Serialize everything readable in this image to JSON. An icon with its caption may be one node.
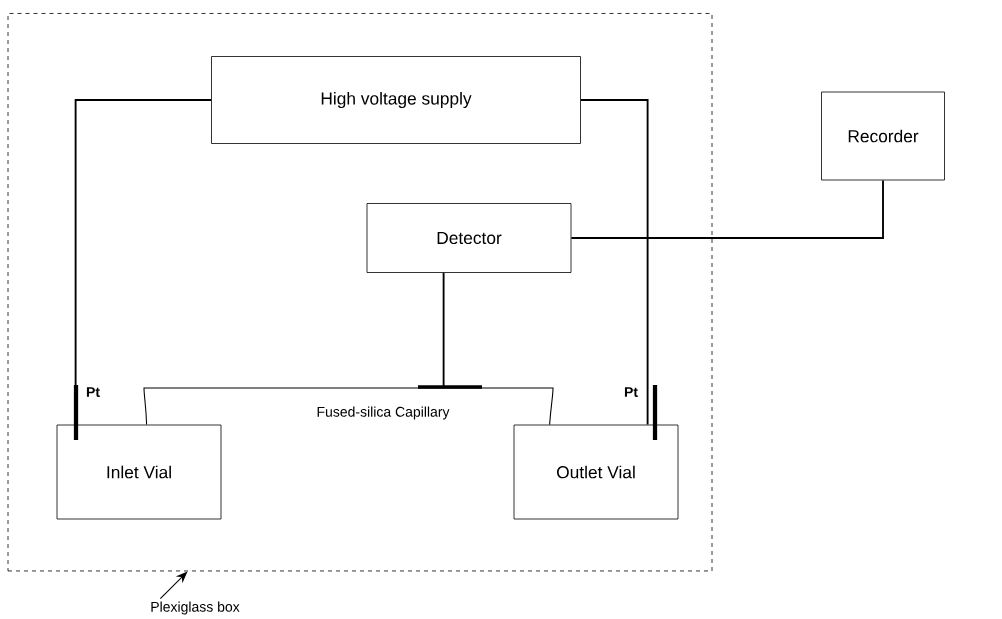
{
  "diagram": {
    "nodes": [
      {
        "text": [],
        "shape": "box"
      },
      {
        "text": [
          "High voltage supply"
        ],
        "in": 0
      },
      {
        "text": [
          "Recorder"
        ]
      },
      {
        "text": [
          "Detector"
        ],
        "in": 0
      },
      {
        "text": [
          "Inlet Vial"
        ],
        "in": 0
      },
      {
        "text": [
          "Outlet Vial"
        ],
        "in": 0
      },
      {
        "text": [
          "Plexiglass box"
        ]
      }
    ],
    "edges": [
      {
        "from": 1,
        "to": 4,
        "arrow": "none"
      },
      {
        "from": 1,
        "to": 5,
        "arrow": "none"
      },
      {
        "from": 3,
        "to": 2,
        "arrow": "none"
      },
      {
        "from": 3,
        "to": null,
        "arrow": "none"
      },
      {
        "from": 4,
        "to": 5,
        "arrow": "none",
        "label": "Fused-silica Capillary"
      },
      {
        "from": 6,
        "to": 0,
        "arrow": "to"
      }
    ],
    "labels": [
      "Pt",
      "Pt"
    ]
  }
}
